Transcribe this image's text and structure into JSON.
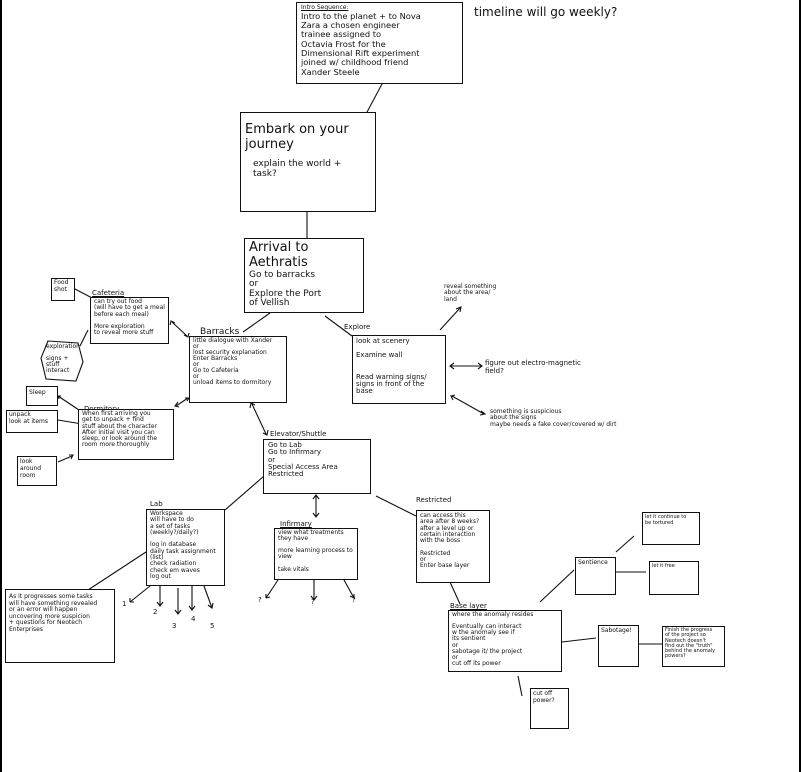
{
  "nodes": {
    "intro": {
      "heading": "Intro Sequence:",
      "text": "Intro to the planet + to Nova\nZara a chosen engineer\ntrainee assigned to\nOctavia Frost for the\nDimensional Rift experiment\njoined w/ childhood friend\nXander Steele"
    },
    "timeline_note": "timeline will go weekly?",
    "embark": {
      "title": "Embark on your\njourney",
      "text": "explain the world +\ntask?"
    },
    "arrival": {
      "title": "Arrival to\nAethratis",
      "text": "Go to barracks\nor\nExplore the Port\nof Vellish"
    },
    "food": "Food\nshot",
    "cafeteria": {
      "heading": "Cafeteria",
      "text": "can try out food\n(will have to get a meal\nbefore each meal)\n\nMore exploration\nto reveal more stuff"
    },
    "exploration": "exploration\n\nsigns +\nstuff\ninteract",
    "sleep": "Sleep",
    "unpack": "unpack\nlook at items",
    "look_around": "look around\nroom",
    "dormitory": {
      "heading": "Dormitory",
      "text": "When first arriving you\nget to unpack + find\nstuff about the character\nAfter initial visit you can\nsleep, or look around the\nroom more thoroughly"
    },
    "barracks": {
      "heading": "Barracks",
      "text": "little dialogue with Xander\nor\nlost security explanation\nEnter Barracks\nor\nGo to Cafeteria\nor\nunload items to dormitory"
    },
    "explore": {
      "heading": "Explore",
      "text": "look at scenery\n\nExamine wall\n\n\nRead warning signs/\nsigns in front of the\nbase"
    },
    "reveal_note": "reveal something\nabout the area/\nland",
    "em_note": "figure out electro-magnetic\nfield?",
    "susp_note": "something is suspicious\nabout the signs\nmaybe needs a fake cover/covered w/ dirt",
    "elevator": {
      "heading": "Elevator/Shuttle",
      "text": "Go to Lab\nGo to Infirmary\nor\nSpecial Access Area\nRestricted"
    },
    "lab": {
      "heading": "Lab",
      "text": "Workspace\nwill have to do\na set of tasks\n(weekly?/daily?)\n\nlog in database\ndaily task assignment (list)\ncheck radiation\ncheck em waves\nlog out"
    },
    "progress_note": "As it progresses some tasks\nwill have something revealed\nor an error will happen\nuncovering more suspicion\n+ questions for Neotech\nEnterprises",
    "lab_nums": [
      "1",
      "2",
      "3",
      "4",
      "5"
    ],
    "infirmary": {
      "heading": "Infirmary",
      "text": "view what treatments\nthey have\n\nmore learning process to\nview\n\ntake vitals"
    },
    "infirmary_marks": [
      "?",
      "?",
      "?"
    ],
    "restricted": {
      "heading": "Restricted",
      "text": "can access this\narea after 8 weeks?\nafter a level up or\ncertain interaction\nwith the boss\n\nRestricted\nor\nEnter base layer"
    },
    "base_layer": {
      "heading": "Base layer",
      "text": "where the anomaly resides\n\nEventually can interact\nw the anomaly see if\nits sentient\nor\nsabotage it/ the project\nor\ncut off its power"
    },
    "sentience": "Sentience",
    "tortured": "let it continue to\nbe tortured",
    "free": "let it free",
    "sabotage": "Sabotage!",
    "finish": "Finish the progress\nof the project so\nNeotech doesn't\nfind out the \"truth\"\nbehind the anomaly\npowers?",
    "cut_off": "cut off\npower?"
  }
}
